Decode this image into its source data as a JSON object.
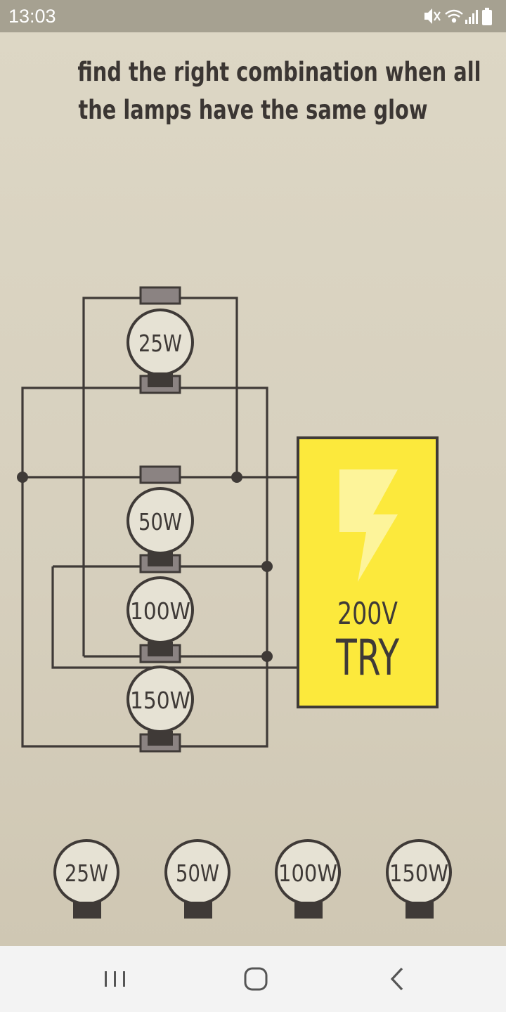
{
  "status_bar": {
    "time": "13:03",
    "icons": [
      "mute-icon",
      "wifi-icon",
      "signal-icon",
      "battery-icon"
    ]
  },
  "instruction": {
    "line1": "find the right combination when all",
    "line2": "the lamps have the same glow"
  },
  "circuit": {
    "slots": [
      {
        "label": "25W"
      },
      {
        "label": "50W"
      },
      {
        "label": "100W"
      },
      {
        "label": "150W"
      }
    ],
    "power": {
      "voltage": "200V",
      "button_label": "TRY",
      "color": "#fce93c",
      "bolt_color": "#fdf49a"
    }
  },
  "tray": {
    "lamps": [
      {
        "label": "25W"
      },
      {
        "label": "50W"
      },
      {
        "label": "100W"
      },
      {
        "label": "150W"
      }
    ]
  },
  "colors": {
    "background": "#ddd7c6",
    "wire": "#3f3a37",
    "lamp_bulb": "#e6e2d4",
    "socket": "#8b8382"
  },
  "nav": {
    "icons": [
      "recent-apps-icon",
      "home-icon",
      "back-icon"
    ]
  }
}
